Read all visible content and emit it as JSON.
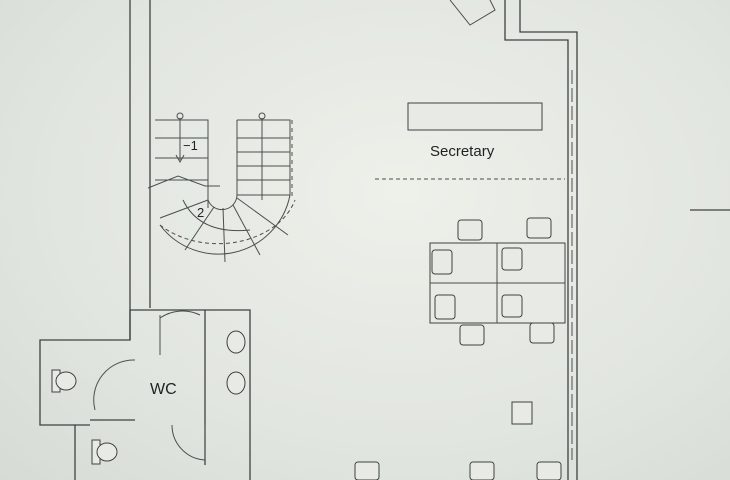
{
  "rooms": {
    "secretary": "Secretary",
    "wc": "WC"
  },
  "stairs": {
    "upper_flight_label": "−1",
    "lower_flight_label": "2"
  }
}
